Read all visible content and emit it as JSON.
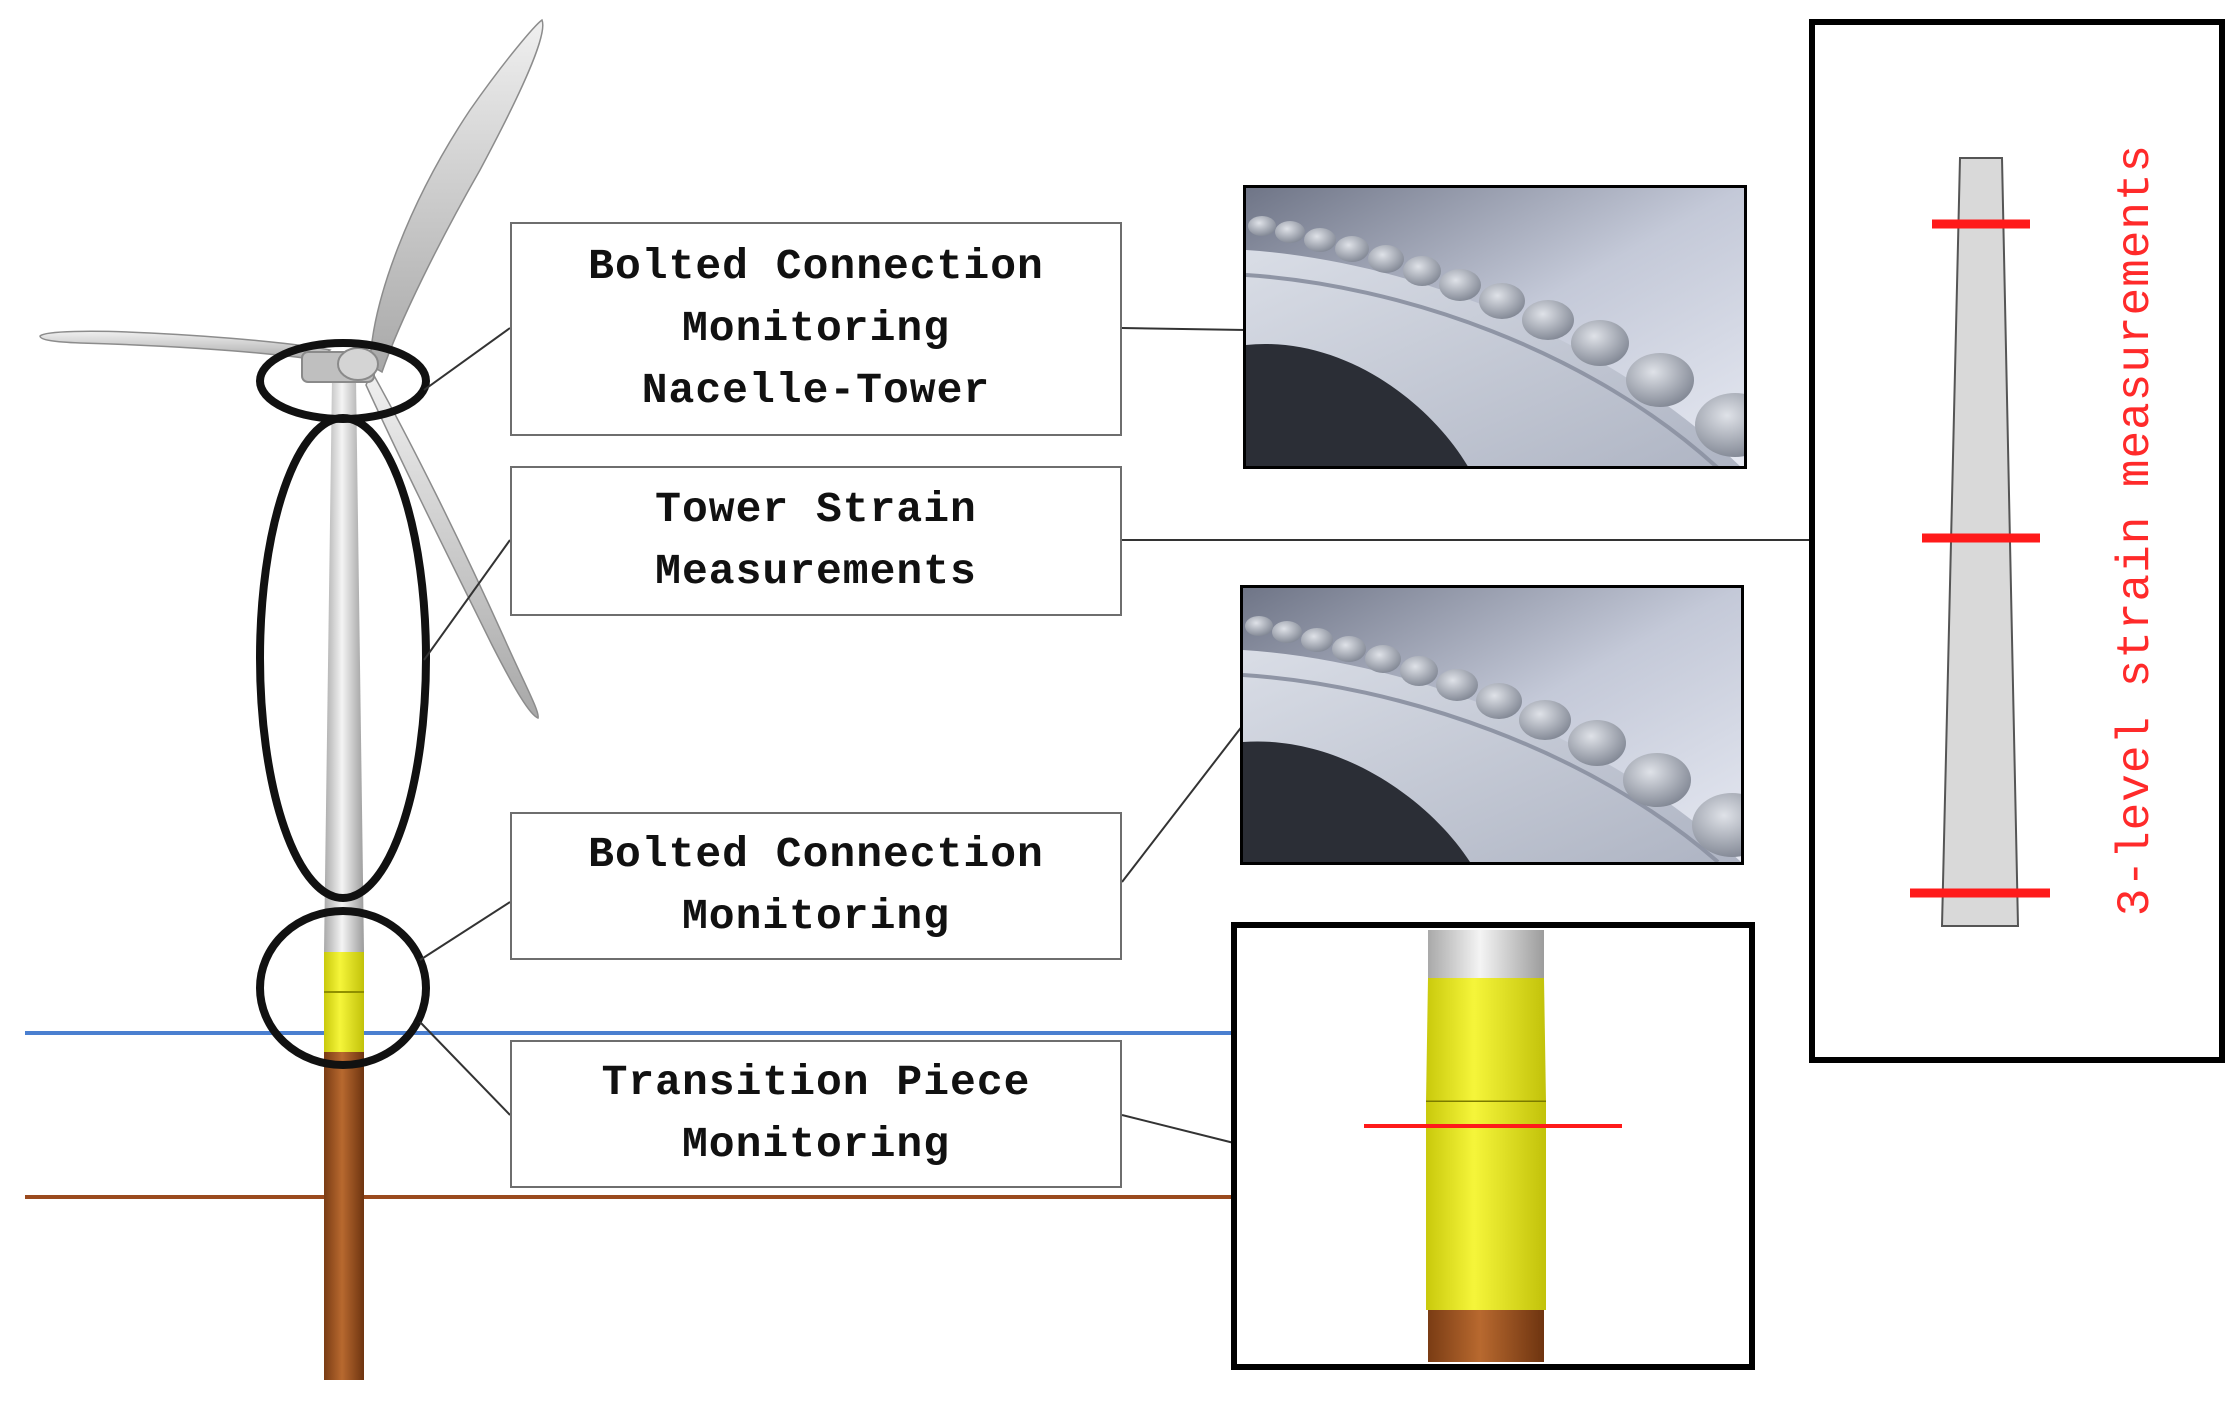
{
  "labels": {
    "nacelle_tower": "Bolted Connection\nMonitoring\nNacelle-Tower",
    "tower_strain": "Tower Strain\nMeasurements",
    "bolted_lower": "Bolted Connection\nMonitoring",
    "transition_piece": "Transition Piece\nMonitoring"
  },
  "tower_panel_caption": "3-level strain measurements",
  "icons": [
    "wind-turbine-icon",
    "bolt-ring-photo-icon",
    "tower-strain-schematic-icon",
    "transition-piece-closeup-icon"
  ],
  "colors": {
    "tower": "#d8d8d8",
    "transition_piece": "#e8e817",
    "monopile": "#a0582a",
    "water_line": "#4a7fd0",
    "seabed_line": "#9a4a1e",
    "strain_marker": "#ff1a1a",
    "caption": "#ff2a2a",
    "frame": "#000000"
  }
}
